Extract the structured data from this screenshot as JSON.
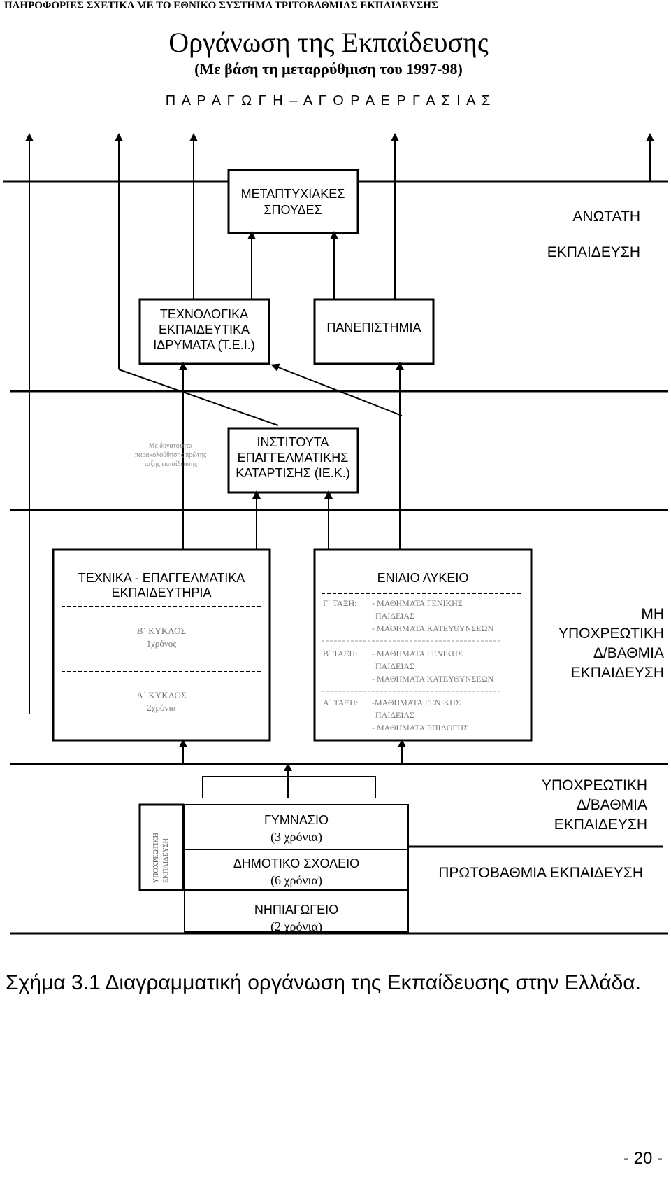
{
  "header": {
    "banner": "ΠΛΗΡΟΦΟΡΙΕΣ ΣΧΕΤΙΚΑ ΜΕ ΤΟ ΕΘΝΙΚΟ ΣΥΣΤΗΜΑ ΤΡΙΤΟΒΑΘΜΙΑΣ ΕΚΠΑΙΔΕΥΣΗΣ",
    "title": "Οργάνωση της Εκπαίδευσης",
    "subtitle": "(Με βάση τη μεταρρύθμιση του 1997-98)"
  },
  "top_label": "Π Α Ρ Α Γ Ω Γ Η  –  Α Γ Ο Ρ Α   Ε Ρ Γ Α Σ Ι Α Σ",
  "boxes": {
    "postgrad": [
      "ΜΕΤΑΠΤΥΧΙΑΚΕΣ",
      "ΣΠΟΥΔΕΣ"
    ],
    "tei": [
      "ΤΕΧΝΟΛΟΓΙΚΑ",
      "ΕΚΠΑΙΔΕΥΤΙΚΑ",
      "ΙΔΡΥΜΑΤΑ (Τ.Ε.Ι.)"
    ],
    "university": [
      "ΠΑΝΕΠΙΣΤΗΜΙΑ"
    ],
    "iek": [
      "ΙΝΣΤΙΤΟΥΤΑ",
      "ΕΠΑΓΓΕΛΜΑΤΙΚΗΣ",
      "ΚΑΤΑΡΤΙΣΗΣ (ΙΕ.Κ.)"
    ],
    "iek_note": [
      "Με δυνατότητα",
      "παρακολούθησης πρώτης",
      "ταξης εκπαίδευσης"
    ],
    "tee": {
      "title": [
        "ΤΕΧΝΙΚΑ - ΕΠΑΓΓΕΛΜΑΤΙΚΑ",
        "ΕΚΠΑΙΔΕΥΤΗΡΙΑ"
      ],
      "cycle_b": [
        "Β΄ ΚΥΚΛΟΣ",
        "1χρόνος"
      ],
      "cycle_a": [
        "Α΄ ΚΥΚΛΟΣ",
        "2χρόνια"
      ]
    },
    "lyceum": {
      "title": "ΕΝΙΑΙΟ ΛΥΚΕΙΟ",
      "grade_c": [
        "Γ΄ ΤΑΞΗ:",
        "- ΜΑΘΗΜΑΤΑ ΓΕΝΙΚΗΣ",
        "ΠΑΙΔΕΙΑΣ",
        "- ΜΑΘΗΜΑΤΑ ΚΑΤΕΥΘΥΝΣΕΩΝ"
      ],
      "grade_b": [
        "Β΄ ΤΑΞΗ:",
        "- ΜΑΘΗΜΑΤΑ ΓΕΝΙΚΗΣ",
        "ΠΑΙΔΕΙΑΣ",
        "- ΜΑΘΗΜΑΤΑ ΚΑΤΕΥΘΥΝΣΕΩΝ"
      ],
      "grade_a": [
        "Α΄ ΤΑΞΗ:",
        "-ΜΑΘΗΜΑΤΑ ΓΕΝΙΚΗΣ",
        "ΠΑΙΔΕΙΑΣ",
        "- ΜΑΘΗΜΑΤΑ ΕΠΙΛΟΓΗΣ"
      ]
    },
    "compulsory_vertical": [
      "ΥΠΟΧΡΕΩΤΙΚΗ",
      "ΕΚΠΑΙΔΕΥΣΗ"
    ],
    "gymnasium": [
      "ΓΥΜΝΑΣΙΟ",
      "(3 χρόνια)"
    ],
    "primary": [
      "ΔΗΜΟΤΙΚΟ ΣΧΟΛΕΙΟ",
      "(6 χρόνια)"
    ],
    "kindergarten": [
      "ΝΗΠΙΑΓΩΓΕΙΟ",
      "(2 χρόνια)"
    ]
  },
  "levels": {
    "higher": [
      "ΑΝΩΤΑΤΗ",
      "ΕΚΠΑΙΔΕΥΣΗ"
    ],
    "noncompulsory_secondary": [
      "ΜΗ",
      "ΥΠΟΧΡΕΩΤΙΚΗ",
      "Δ/ΒΑΘΜΙΑ",
      "ΕΚΠΑΙΔΕΥΣΗ"
    ],
    "compulsory_secondary": [
      "ΥΠΟΧΡΕΩΤΙΚΗ",
      "Δ/ΒΑΘΜΙΑ",
      "ΕΚΠΑΙΔΕΥΣΗ"
    ],
    "primary": "ΠΡΩΤΟΒΑΘΜΙΑ ΕΚΠΑΙΔΕΥΣΗ"
  },
  "caption": "Σχήμα 3.1 Διαγραμματική οργάνωση της Εκπαίδευσης στην Ελλάδα.",
  "page_number": "- 20 -"
}
